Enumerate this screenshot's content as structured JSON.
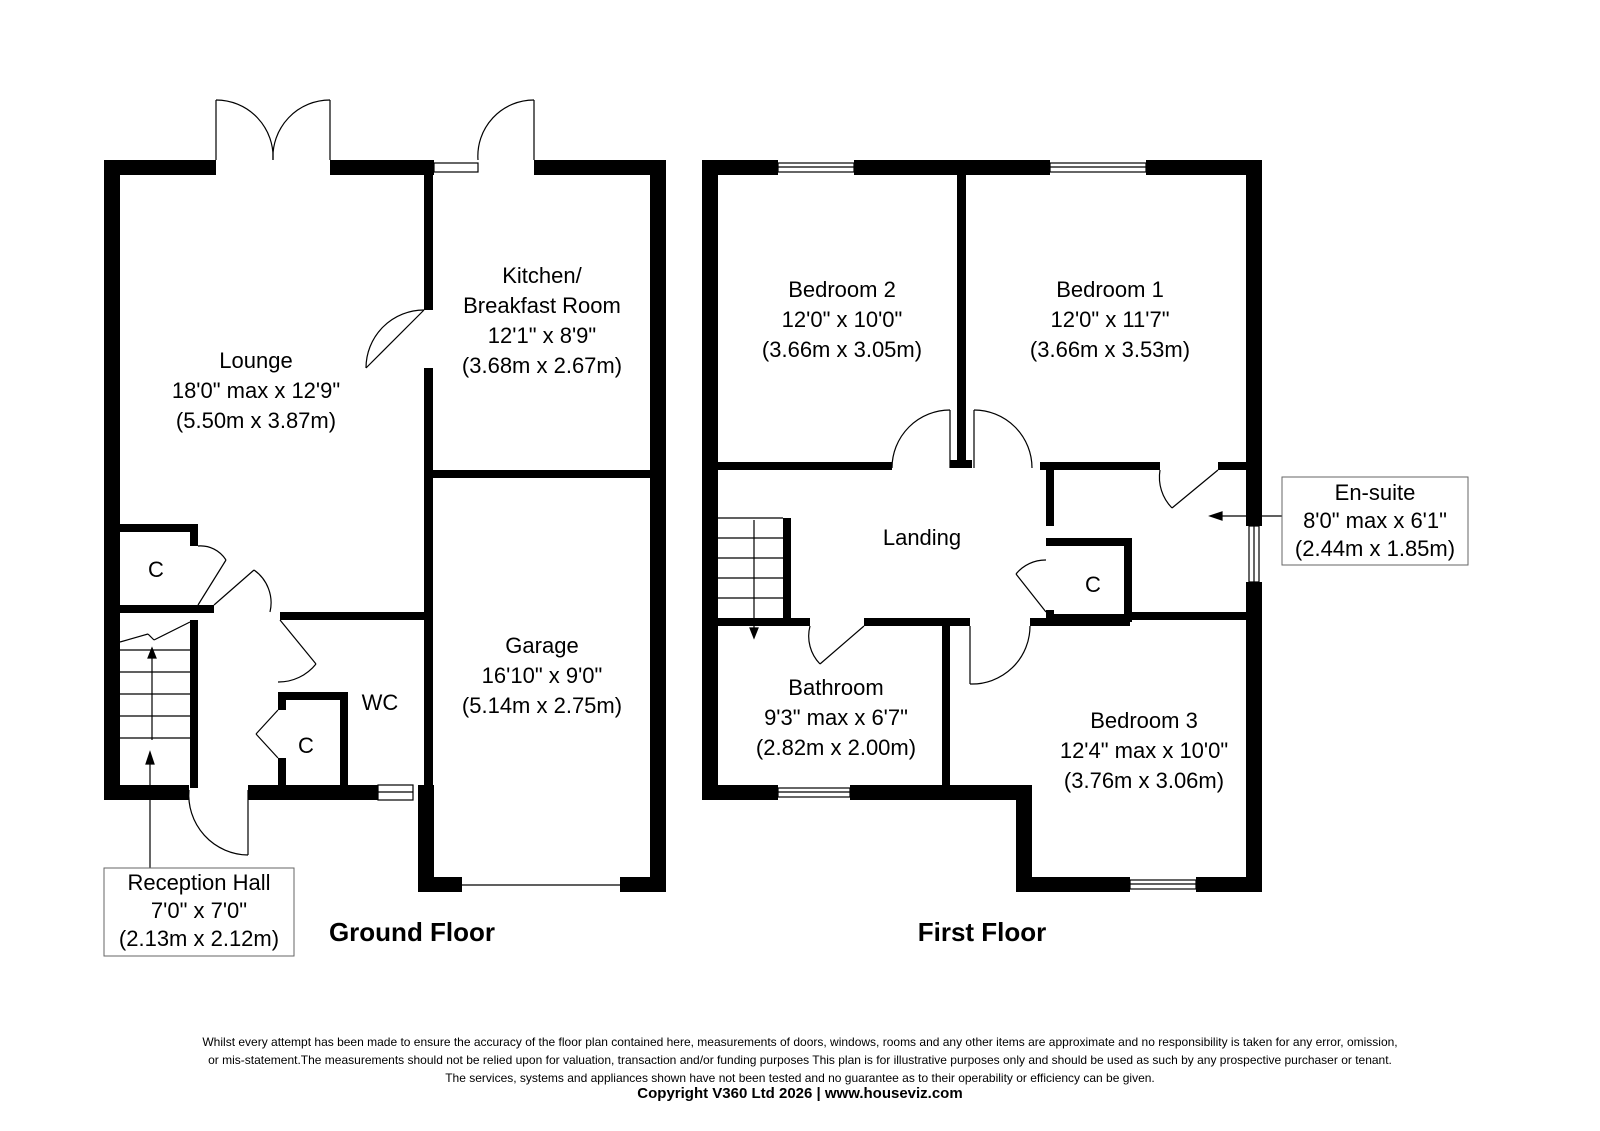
{
  "floors": {
    "ground": "Ground Floor",
    "first": "First Floor"
  },
  "rooms": {
    "lounge": [
      "Lounge",
      "18'0\" max x 12'9\"",
      "(5.50m x 3.87m)"
    ],
    "kitchen": [
      "Kitchen/",
      "Breakfast Room",
      "12'1\" x 8'9\"",
      "(3.68m x 2.67m)"
    ],
    "garage": [
      "Garage",
      "16'10\" x 9'0\"",
      "(5.14m x 2.75m)"
    ],
    "wc": [
      "WC"
    ],
    "cupboard_ground_1": [
      "C"
    ],
    "cupboard_ground_2": [
      "C"
    ],
    "reception_hall": [
      "Reception Hall",
      "7'0\" x 7'0\"",
      "(2.13m x 2.12m)"
    ],
    "bedroom2": [
      "Bedroom 2",
      "12'0\" x 10'0\"",
      "(3.66m x 3.05m)"
    ],
    "bedroom1": [
      "Bedroom 1",
      "12'0\" x 11'7\"",
      "(3.66m x 3.53m)"
    ],
    "landing": [
      "Landing"
    ],
    "cupboard_first": [
      "C"
    ],
    "ensuite": [
      "En-suite",
      "8'0\" max x 6'1\"",
      "(2.44m x 1.85m)"
    ],
    "bathroom": [
      "Bathroom",
      "9'3\" max x 6'7\"",
      "(2.82m x 2.00m)"
    ],
    "bedroom3": [
      "Bedroom 3",
      "12'4\" max x 10'0\"",
      "(3.76m x 3.06m)"
    ]
  },
  "disclaimer": [
    "Whilst every attempt has been made to ensure the accuracy of the floor plan contained here, measurements of doors, windows, rooms and any other items are approximate and no responsibility is taken for any error, omission,",
    "or mis-statement.The measurements should not be relied upon for valuation, transaction and/or funding purposes This plan is for illustrative purposes only and should be used as such by any prospective purchaser or tenant.",
    "The services, systems and appliances shown have not been tested and no guarantee as to their operability or efficiency can be given."
  ],
  "copyright": "Copyright V360 Ltd 2026 | www.houseviz.com"
}
